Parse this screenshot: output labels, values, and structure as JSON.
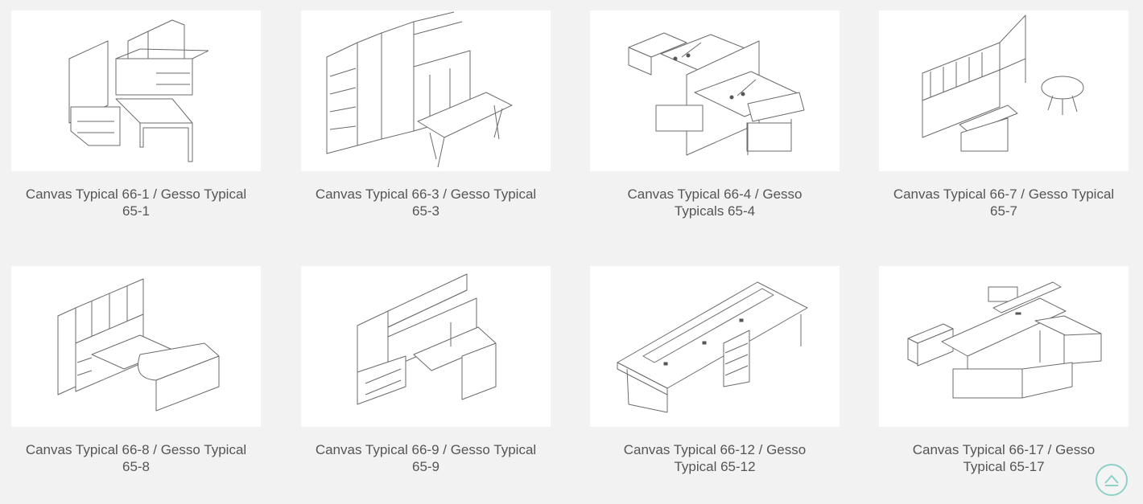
{
  "gallery": {
    "items": [
      {
        "title": "Canvas Typical 66-1 / Gesso Typical 65-1"
      },
      {
        "title": "Canvas Typical 66-3 / Gesso Typical 65-3"
      },
      {
        "title": "Canvas Typical 66-4 / Gesso Typicals 65-4"
      },
      {
        "title": "Canvas Typical 66-7 / Gesso Typical 65-7"
      },
      {
        "title": "Canvas Typical 66-8 / Gesso Typical 65-8"
      },
      {
        "title": "Canvas Typical 66-9 / Gesso Typical 65-9"
      },
      {
        "title": "Canvas Typical 66-12 / Gesso Typical 65-12"
      },
      {
        "title": "Canvas Typical 66-17 / Gesso Typical 65-17"
      }
    ]
  },
  "colors": {
    "background": "#f2f2f2",
    "card": "#ffffff",
    "caption_text": "#555555",
    "scroll_top_accent": "#8fd0c8"
  },
  "icons": {
    "scroll_top": "chevron-up-icon"
  }
}
